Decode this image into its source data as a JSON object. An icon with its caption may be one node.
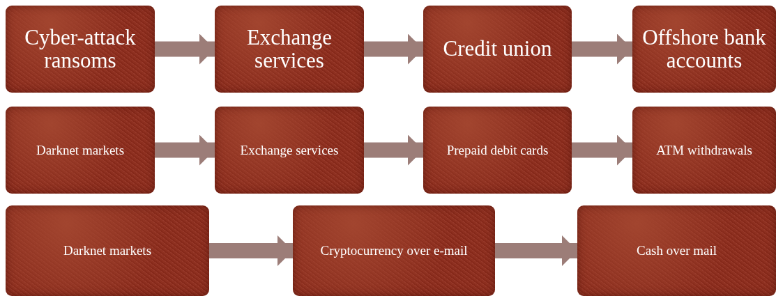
{
  "diagram": {
    "nodes": [
      {
        "text": [
          "Cyber-attack ransoms"
        ]
      },
      {
        "text": [
          "Exchange services"
        ]
      },
      {
        "text": [
          "Credit union"
        ]
      },
      {
        "text": [
          "Offshore bank accounts"
        ]
      },
      {
        "text": [
          "Darknet markets"
        ]
      },
      {
        "text": [
          "Exchange services"
        ]
      },
      {
        "text": [
          "Prepaid debit cards"
        ]
      },
      {
        "text": [
          "ATM withdrawals"
        ]
      },
      {
        "text": [
          "Darknet markets"
        ]
      },
      {
        "text": [
          "Cryptocurrency over e-mail"
        ]
      },
      {
        "text": [
          "Cash over mail"
        ]
      }
    ],
    "edges": [
      {
        "from": 0,
        "to": 1,
        "arrow": "to"
      },
      {
        "from": 1,
        "to": 2,
        "arrow": "to"
      },
      {
        "from": 2,
        "to": 3,
        "arrow": "to"
      },
      {
        "from": 4,
        "to": 5,
        "arrow": "to"
      },
      {
        "from": 5,
        "to": 6,
        "arrow": "to"
      },
      {
        "from": 6,
        "to": 7,
        "arrow": "to"
      },
      {
        "from": 8,
        "to": 9,
        "arrow": "to"
      },
      {
        "from": 9,
        "to": 10,
        "arrow": "to"
      }
    ]
  }
}
